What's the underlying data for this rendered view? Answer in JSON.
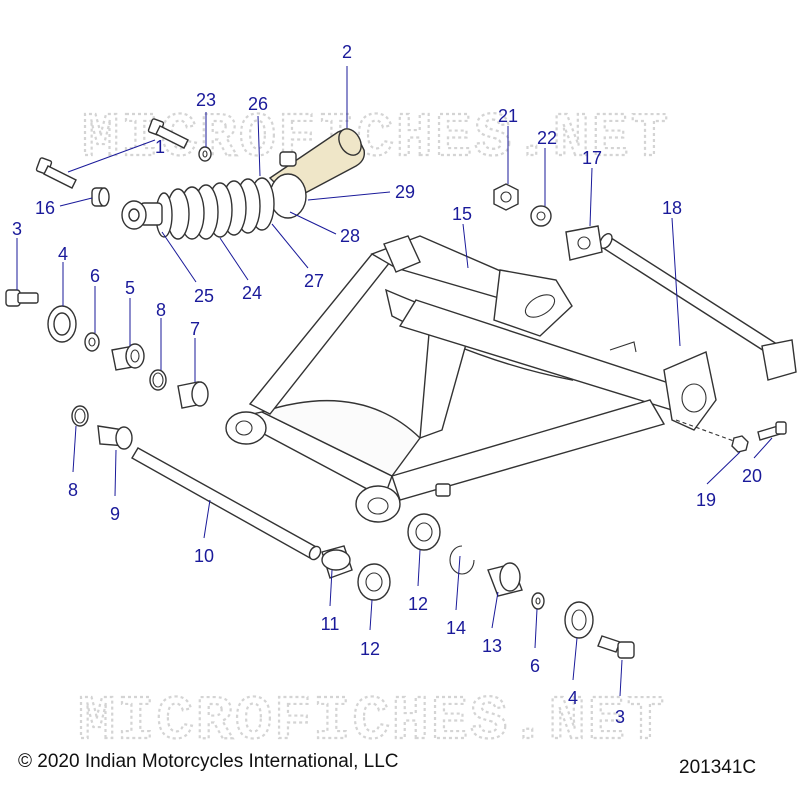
{
  "watermark": "MICROFICHES.NET",
  "footer": {
    "copyright": "© 2020 Indian Motorcycles International, LLC",
    "drawing_number": "201341C"
  },
  "colors": {
    "callout": "#1a1a9a",
    "line_art": "#333333",
    "shock_reservoir": "#efe6c8",
    "watermark": "#d4d4d4"
  },
  "callouts": [
    {
      "id": "c2",
      "label": "2"
    },
    {
      "id": "c23",
      "label": "23"
    },
    {
      "id": "c26",
      "label": "26"
    },
    {
      "id": "c1",
      "label": "1"
    },
    {
      "id": "c16",
      "label": "16"
    },
    {
      "id": "c29",
      "label": "29"
    },
    {
      "id": "c28",
      "label": "28"
    },
    {
      "id": "c27",
      "label": "27"
    },
    {
      "id": "c24",
      "label": "24"
    },
    {
      "id": "c25",
      "label": "25"
    },
    {
      "id": "c3a",
      "label": "3"
    },
    {
      "id": "c4a",
      "label": "4"
    },
    {
      "id": "c6a",
      "label": "6"
    },
    {
      "id": "c5",
      "label": "5"
    },
    {
      "id": "c8a",
      "label": "8"
    },
    {
      "id": "c7",
      "label": "7"
    },
    {
      "id": "c21",
      "label": "21"
    },
    {
      "id": "c22",
      "label": "22"
    },
    {
      "id": "c17",
      "label": "17"
    },
    {
      "id": "c15",
      "label": "15"
    },
    {
      "id": "c18",
      "label": "18"
    },
    {
      "id": "c8b",
      "label": "8"
    },
    {
      "id": "c9",
      "label": "9"
    },
    {
      "id": "c10",
      "label": "10"
    },
    {
      "id": "c11",
      "label": "11"
    },
    {
      "id": "c12a",
      "label": "12"
    },
    {
      "id": "c12b",
      "label": "12"
    },
    {
      "id": "c14",
      "label": "14"
    },
    {
      "id": "c13",
      "label": "13"
    },
    {
      "id": "c6b",
      "label": "6"
    },
    {
      "id": "c4b",
      "label": "4"
    },
    {
      "id": "c3b",
      "label": "3"
    },
    {
      "id": "c19",
      "label": "19"
    },
    {
      "id": "c20",
      "label": "20"
    }
  ]
}
